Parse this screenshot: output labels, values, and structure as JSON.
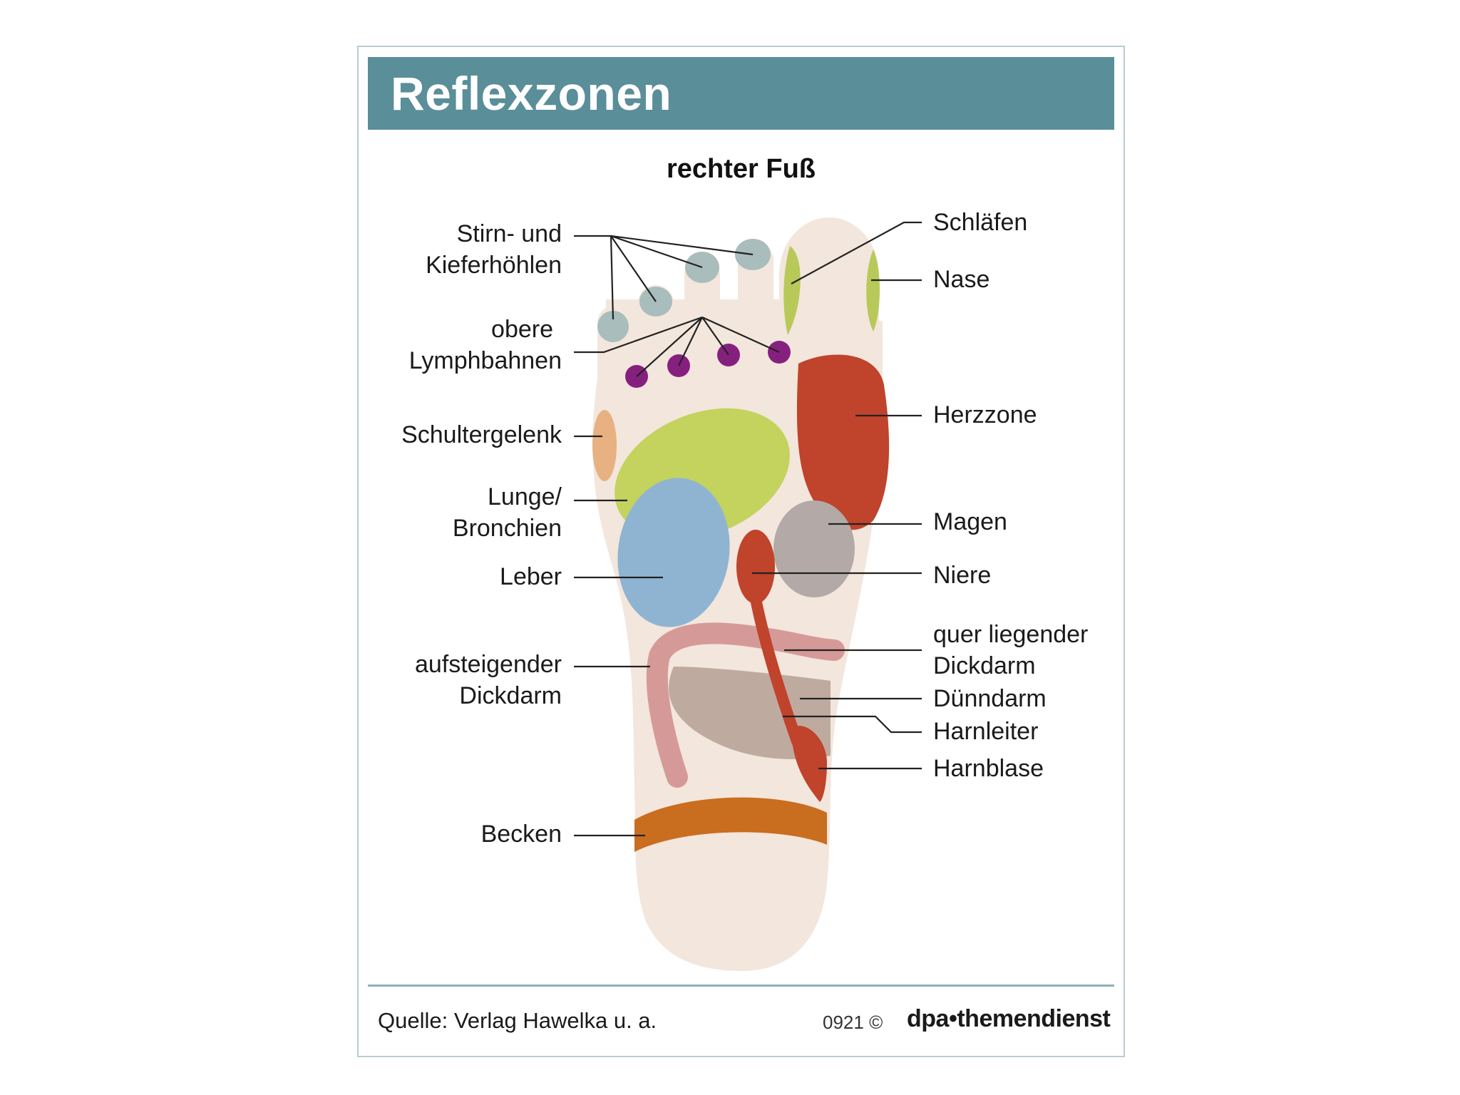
{
  "header": {
    "title": "Reflexzonen"
  },
  "subtitle": "rechter Fuß",
  "labels": {
    "stirn_line1": "Stirn- und",
    "stirn_line2": "Kieferhöhlen",
    "lymph_line1": "obere",
    "lymph_line2": "Lymphbahnen",
    "schulter": "Schultergelenk",
    "lunge_line1": "Lunge/",
    "lunge_line2": "Bronchien",
    "leber": "Leber",
    "auf_line1": "aufsteigender",
    "auf_line2": "Dickdarm",
    "becken": "Becken",
    "schlaefen": "Schläfen",
    "nase": "Nase",
    "herz": "Herzzone",
    "magen": "Magen",
    "niere": "Niere",
    "quer_line1": "quer liegender",
    "quer_line2": "Dickdarm",
    "duenndarm": "Dünndarm",
    "harnleiter": "Harnleiter",
    "harnblase": "Harnblase"
  },
  "footer": {
    "source": "Quelle: Verlag Hawelka u. a.",
    "code": "0921 ©",
    "brand": "dpa•themendienst"
  },
  "colors": {
    "header_bg": "#5a8e99",
    "foot": "#f3e6dc",
    "sinus": "#a8bdbc",
    "lymph": "#86207e",
    "temple_nose": "#b8c95a",
    "lung": "#c3d35e",
    "liver": "#8fb4d2",
    "heart": "#c0432c",
    "stomach": "#b3a9a7",
    "kidney_ureter_bladder": "#c0432c",
    "colon": "#d59a98",
    "small_intestine": "#bfaaa0",
    "pelvis": "#c96d1f",
    "shoulder": "#e7b182"
  }
}
